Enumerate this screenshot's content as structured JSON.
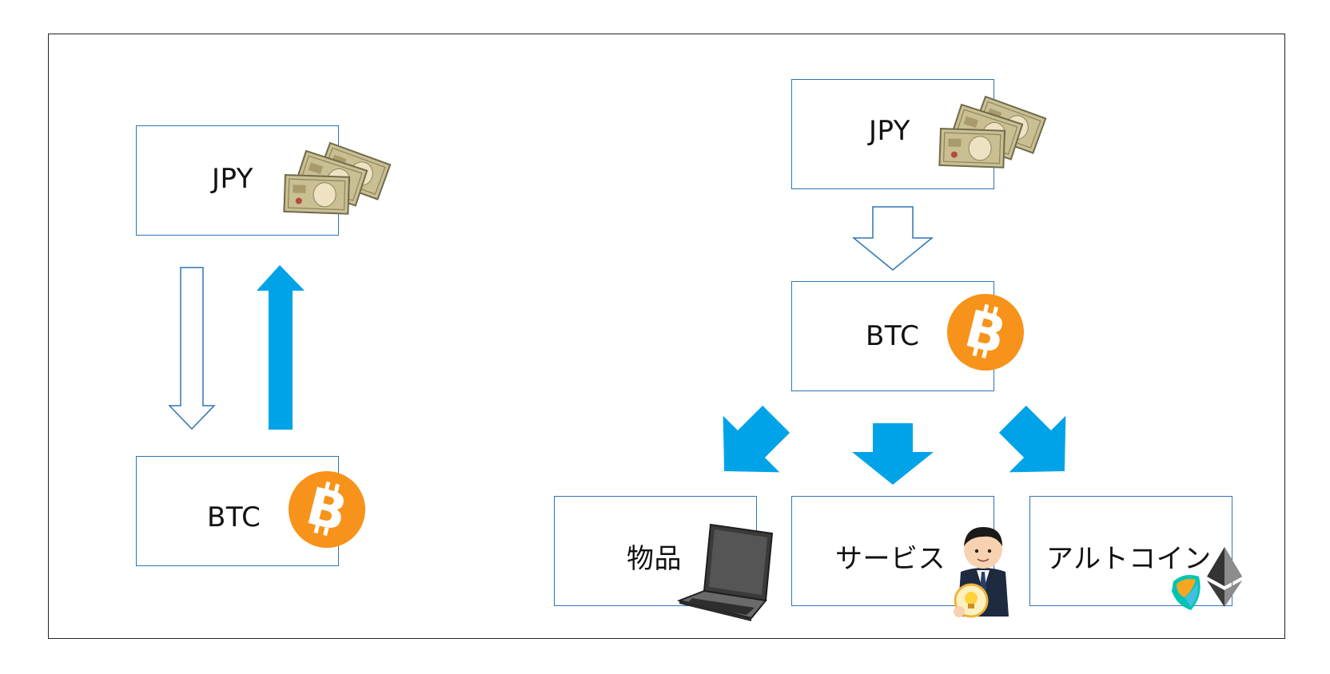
{
  "diagram": {
    "left_panel": {
      "top_node": {
        "label": "JPY",
        "icon": "yen-banknotes-icon"
      },
      "bottom_node": {
        "label": "BTC",
        "icon": "bitcoin-coin-icon"
      },
      "arrow_down_style": "outline",
      "arrow_up_style": "filled",
      "arrow_color": "#00a3e8"
    },
    "right_panel": {
      "top_node": {
        "label": "JPY",
        "icon": "yen-banknotes-icon"
      },
      "middle_node": {
        "label": "BTC",
        "icon": "bitcoin-coin-icon"
      },
      "outputs": [
        {
          "label": "物品",
          "icon": "laptop-icon"
        },
        {
          "label": "サービス",
          "icon": "businessman-icon"
        },
        {
          "label": "アルトコイン",
          "icon": "altcoin-logos-icon"
        }
      ]
    },
    "colors": {
      "box_border": "#2e75b6",
      "arrow_fill": "#00a3e8",
      "arrow_outline": "#2e75b6",
      "bitcoin_orange": "#f7931a"
    }
  }
}
